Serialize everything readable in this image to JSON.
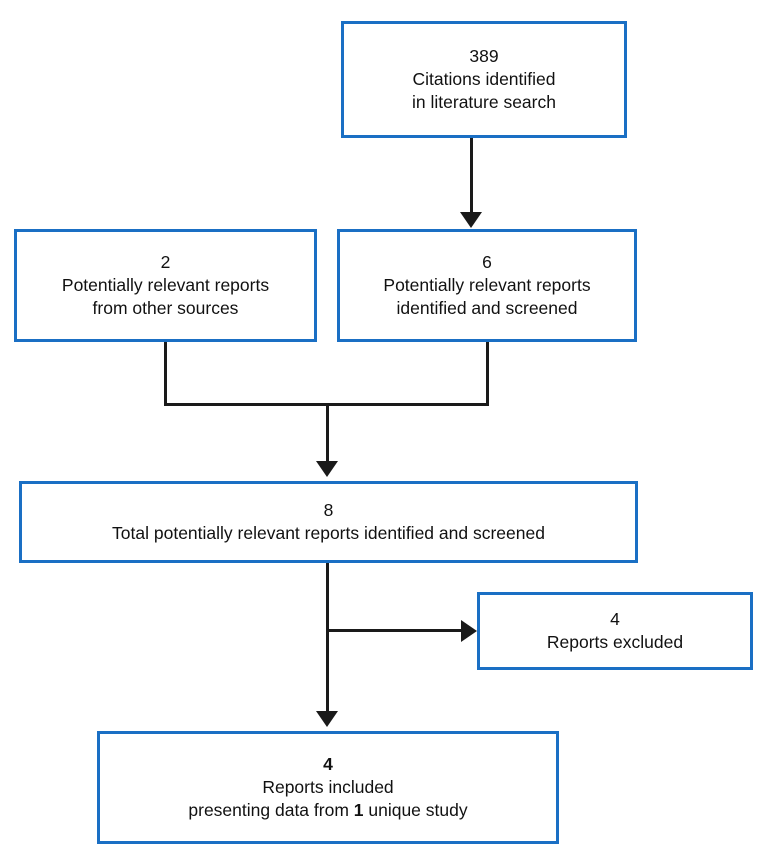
{
  "diagram": {
    "type": "prisma-flow-diagram",
    "accent_color": "#1a6fc4",
    "connector_color": "#1a1a1a",
    "background_color": "#ffffff",
    "nodes": [
      {
        "id": "citations",
        "name": "citations-identified-box",
        "count": "389",
        "line1": "389",
        "line2": "Citations identified",
        "line3": "in literature search"
      },
      {
        "id": "other_sources",
        "name": "other-sources-box",
        "count": "2",
        "line1": "2",
        "line2": "Potentially relevant reports",
        "line3": "from other sources"
      },
      {
        "id": "screened",
        "name": "identified-and-screened-box",
        "count": "6",
        "line1": "6",
        "line2": "Potentially relevant reports",
        "line3": "identified and screened"
      },
      {
        "id": "total",
        "name": "total-screened-box",
        "count": "8",
        "line1": "8",
        "line2": "Total potentially relevant reports identified and screened"
      },
      {
        "id": "excluded",
        "name": "reports-excluded-box",
        "count": "4",
        "line1": "4",
        "line2": "Reports excluded"
      },
      {
        "id": "included",
        "name": "reports-included-box",
        "count": "4",
        "line1": "4",
        "line2": "Reports included",
        "line3_pre": "presenting data from ",
        "line3_strong": "1",
        "line3_post": " unique study"
      }
    ],
    "edges": [
      {
        "id": "e1",
        "from": "citations",
        "to": "screened",
        "marker": "arrow-down"
      },
      {
        "id": "e2",
        "from": "other_sources+screened",
        "to": "total",
        "marker": "arrow-down"
      },
      {
        "id": "e3",
        "from": "total",
        "to": "included",
        "marker": "arrow-down"
      },
      {
        "id": "e4",
        "from": "total",
        "to": "excluded",
        "marker": "arrow-right"
      }
    ]
  },
  "chart_data": {
    "type": "table",
    "title": "Study selection flow",
    "categories": [
      "Citations identified in literature search",
      "Potentially relevant reports from other sources",
      "Potentially relevant reports identified and screened",
      "Total potentially relevant reports identified and screened",
      "Reports excluded",
      "Reports included"
    ],
    "values": [
      389,
      2,
      6,
      8,
      4,
      4
    ],
    "unique_studies": 1
  }
}
